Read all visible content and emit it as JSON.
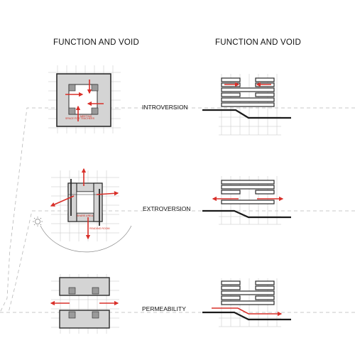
{
  "headings": {
    "left": "FUNCTION AND VOID",
    "right": "FUNCTION AND VOID"
  },
  "rows": [
    {
      "caption": "INTROVERSION",
      "plan_notes": [
        "SPACE FOR TEACHERS",
        "MEETING"
      ]
    },
    {
      "caption": "EXTROVERSION",
      "plan_notes": [
        "SHARE AREA",
        "READING ROOM"
      ]
    },
    {
      "caption": "PERMEABILITY",
      "plan_notes": []
    }
  ],
  "colors": {
    "arrow": "#d9302a",
    "wall": "#2a2a2a",
    "fill": "#d4d4d4",
    "grid": "#c4c4c4",
    "dash": "#b8b8b8"
  },
  "icons": {
    "sun": "sun-icon"
  }
}
